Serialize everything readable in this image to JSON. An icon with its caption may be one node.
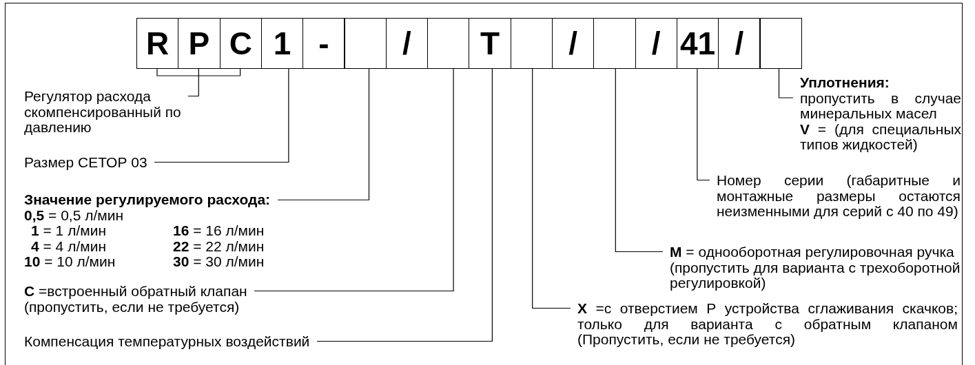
{
  "diagram": {
    "nodes": [
      {
        "text": [
          "R"
        ]
      },
      {
        "text": [
          "P"
        ]
      },
      {
        "text": [
          "C"
        ]
      },
      {
        "text": [
          "1"
        ]
      },
      {
        "text": [
          "-"
        ]
      },
      {
        "text": [],
        "shape": "box"
      },
      {
        "text": [
          "/"
        ]
      },
      {
        "text": [],
        "shape": "box"
      },
      {
        "text": [
          "T"
        ]
      },
      {
        "text": [],
        "shape": "box"
      },
      {
        "text": [
          "/"
        ]
      },
      {
        "text": [],
        "shape": "box"
      },
      {
        "text": [
          "/"
        ]
      },
      {
        "text": [
          "41"
        ]
      },
      {
        "text": [
          "/"
        ]
      },
      {
        "text": [],
        "shape": "box"
      },
      {
        "text": [
          "Регулятор расхода скомпенсированный по давлению"
        ]
      },
      {
        "text": [
          "Размер СЕТОР 03"
        ]
      },
      {
        "text": [
          "Значение регулируемого расхода:",
          "**0,5** = 0,5 л/мин",
          "**1** = 1 л/мин",
          "**16** = 16 л/мин",
          "**4** = 4 л/мин",
          "**22** = 22 л/мин",
          "**10** = 10 л/мин",
          "**30** = 30 л/мин"
        ]
      },
      {
        "text": [
          "**C** =встроенный обратный клапан (пропустить, если не требуется)"
        ]
      },
      {
        "text": [
          "Компенсация температурных воздействий"
        ]
      },
      {
        "text": [
          "**X** =с отверстием Р устройства сглаживания скачков; только для варианта с обратным клапаном (Пропустить, если не требуется)"
        ]
      },
      {
        "text": [
          "**M** = однооборотная регулировочная ручка (пропустить для варианта с трехоборотной регулировкой)"
        ]
      },
      {
        "text": [
          "Номер серии (габаритные и монтажные размеры остаются неизменными для серий с 40 по 49)"
        ]
      },
      {
        "text": [
          "Уплотнения:",
          "пропустить в случае минеральных масел",
          "**V** = (для специальных типов жидкостей)"
        ]
      }
    ],
    "edges": [
      {
        "from": 16,
        "to": 0,
        "arrow": "none"
      },
      {
        "from": 16,
        "to": 1,
        "arrow": "none"
      },
      {
        "from": 16,
        "to": 2,
        "arrow": "none"
      },
      {
        "from": 17,
        "to": 3,
        "arrow": "none"
      },
      {
        "from": 18,
        "to": 5,
        "arrow": "none"
      },
      {
        "from": 19,
        "to": 7,
        "arrow": "none"
      },
      {
        "from": 20,
        "to": 8,
        "arrow": "none"
      },
      {
        "from": 21,
        "to": 9,
        "arrow": "none"
      },
      {
        "from": 22,
        "to": 11,
        "arrow": "none"
      },
      {
        "from": 23,
        "to": 13,
        "arrow": "none"
      },
      {
        "from": 24,
        "to": 15,
        "arrow": "none"
      }
    ]
  }
}
